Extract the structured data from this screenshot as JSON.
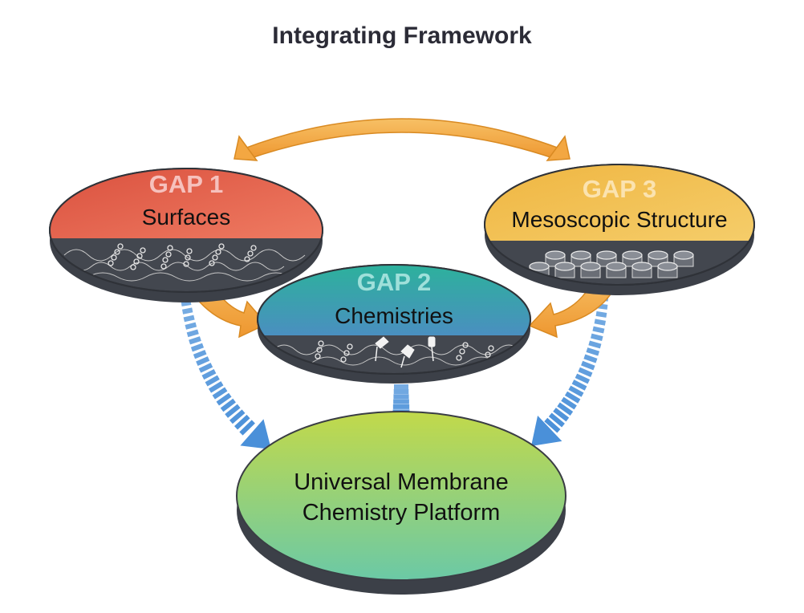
{
  "title": "Integrating Framework",
  "nodes": {
    "gap1": {
      "tag": "GAP 1",
      "label": "Surfaces",
      "tag_color": "#f6c1bd",
      "top_start": "#d94f3d",
      "top_end": "#ef7b62"
    },
    "gap2": {
      "tag": "GAP 2",
      "label": "Chemistries",
      "tag_color": "#9fe0da",
      "top_start": "#2bb39a",
      "top_end": "#4a8fc0"
    },
    "gap3": {
      "tag": "GAP 3",
      "label": "Mesoscopic Structure",
      "tag_color": "#fbe3b0",
      "top_start": "#efb540",
      "top_end": "#f5cd6a"
    },
    "platform": {
      "line1": "Universal Membrane",
      "line2": "Chemistry Platform",
      "top_start": "#c2d94a",
      "top_end": "#6bc9a6"
    }
  },
  "colors": {
    "orange_arrow": "#f3a742",
    "orange_arrow_edge": "#d98a22",
    "blue_arrow": "#4a90d9",
    "dark_layer": "#43474f",
    "outline": "#33363d"
  },
  "edges": [
    {
      "from": "gap1",
      "to": "gap3",
      "style": "solid-orange-curved"
    },
    {
      "from": "gap1",
      "to": "gap2",
      "style": "solid-orange"
    },
    {
      "from": "gap3",
      "to": "gap2",
      "style": "solid-orange"
    },
    {
      "from": "gap1",
      "to": "platform",
      "style": "dashed-blue"
    },
    {
      "from": "gap2",
      "to": "platform",
      "style": "dashed-blue"
    },
    {
      "from": "gap3",
      "to": "platform",
      "style": "dashed-blue"
    }
  ]
}
